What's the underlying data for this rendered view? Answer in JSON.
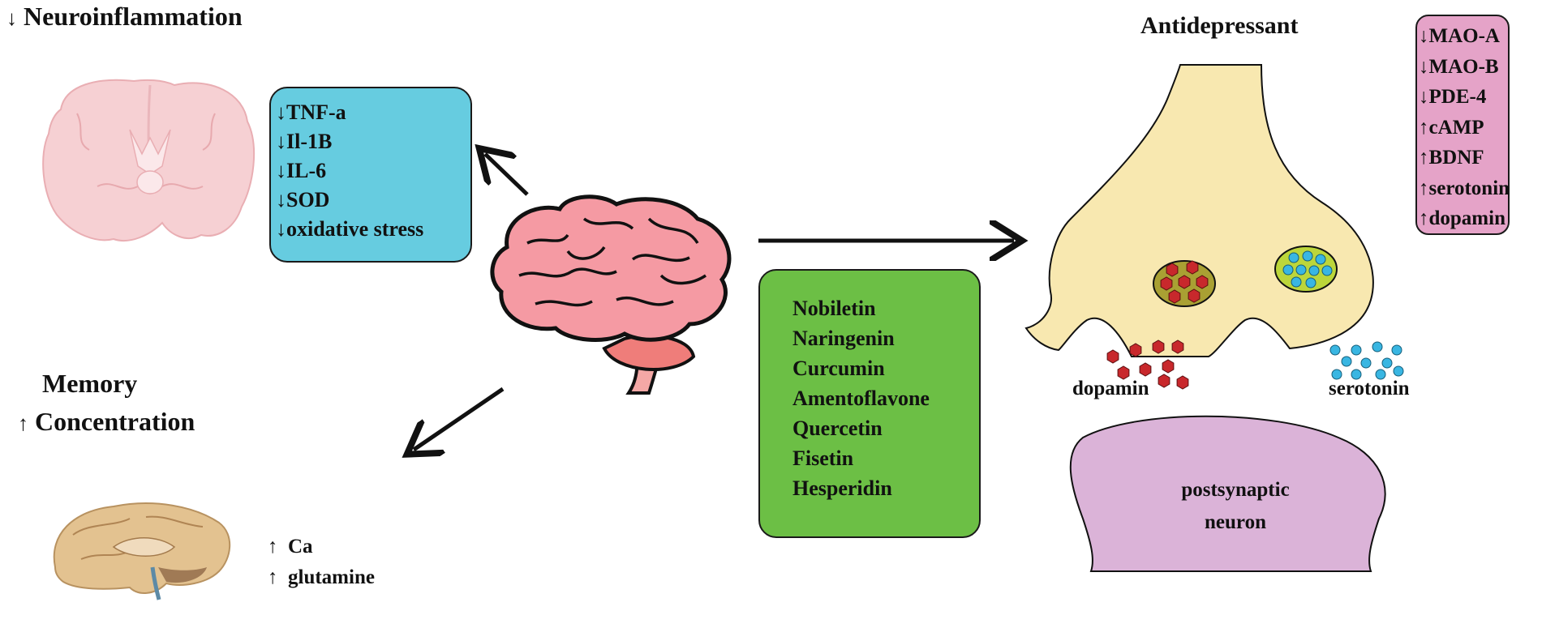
{
  "neuroinflammation": {
    "title": "Neuroinflammation",
    "title_arrow": "↓",
    "markers": [
      {
        "arrow": "↓",
        "label": "TNF-a"
      },
      {
        "arrow": "↓",
        "label": "Il-1B"
      },
      {
        "arrow": "↓",
        "label": "IL-6"
      },
      {
        "arrow": "↓",
        "label": "SOD"
      },
      {
        "arrow": "↓",
        "label": "oxidative stress"
      }
    ],
    "box_color": "#66cce0"
  },
  "memory": {
    "title_line1": "Memory",
    "title_line2": "Concentration",
    "title_arrow": "↑",
    "markers": [
      {
        "arrow": "↑",
        "label": "Ca"
      },
      {
        "arrow": "↑",
        "label": "glutamine"
      }
    ]
  },
  "compounds": {
    "items": [
      "Nobiletin",
      "Naringenin",
      "Curcumin",
      "Amentoflavone",
      "Quercetin",
      "Fisetin",
      "Hesperidin"
    ],
    "box_color": "#6cbf45"
  },
  "antidepressant": {
    "title": "Antidepressant",
    "markers": [
      {
        "arrow": "↓",
        "label": "MAO-A"
      },
      {
        "arrow": "↓",
        "label": "MAO-B"
      },
      {
        "arrow": "↓",
        "label": "PDE-4"
      },
      {
        "arrow": "↑",
        "label": "cAMP"
      },
      {
        "arrow": "↑",
        "label": "BDNF"
      },
      {
        "arrow": "↑",
        "label": "serotonin"
      },
      {
        "arrow": "↑",
        "label": "dopamin"
      }
    ],
    "box_color": "#e5a3c8"
  },
  "synapse": {
    "dopamine_label": "dopamin",
    "serotonin_label": "serotonin",
    "postsynaptic_line1": "postsynaptic",
    "postsynaptic_line2": "neuron",
    "presynaptic_color": "#f8e8b0",
    "postsynaptic_color": "#dbb3d8",
    "dopamine_color": "#c8282c",
    "serotonin_color": "#39b6e2"
  }
}
